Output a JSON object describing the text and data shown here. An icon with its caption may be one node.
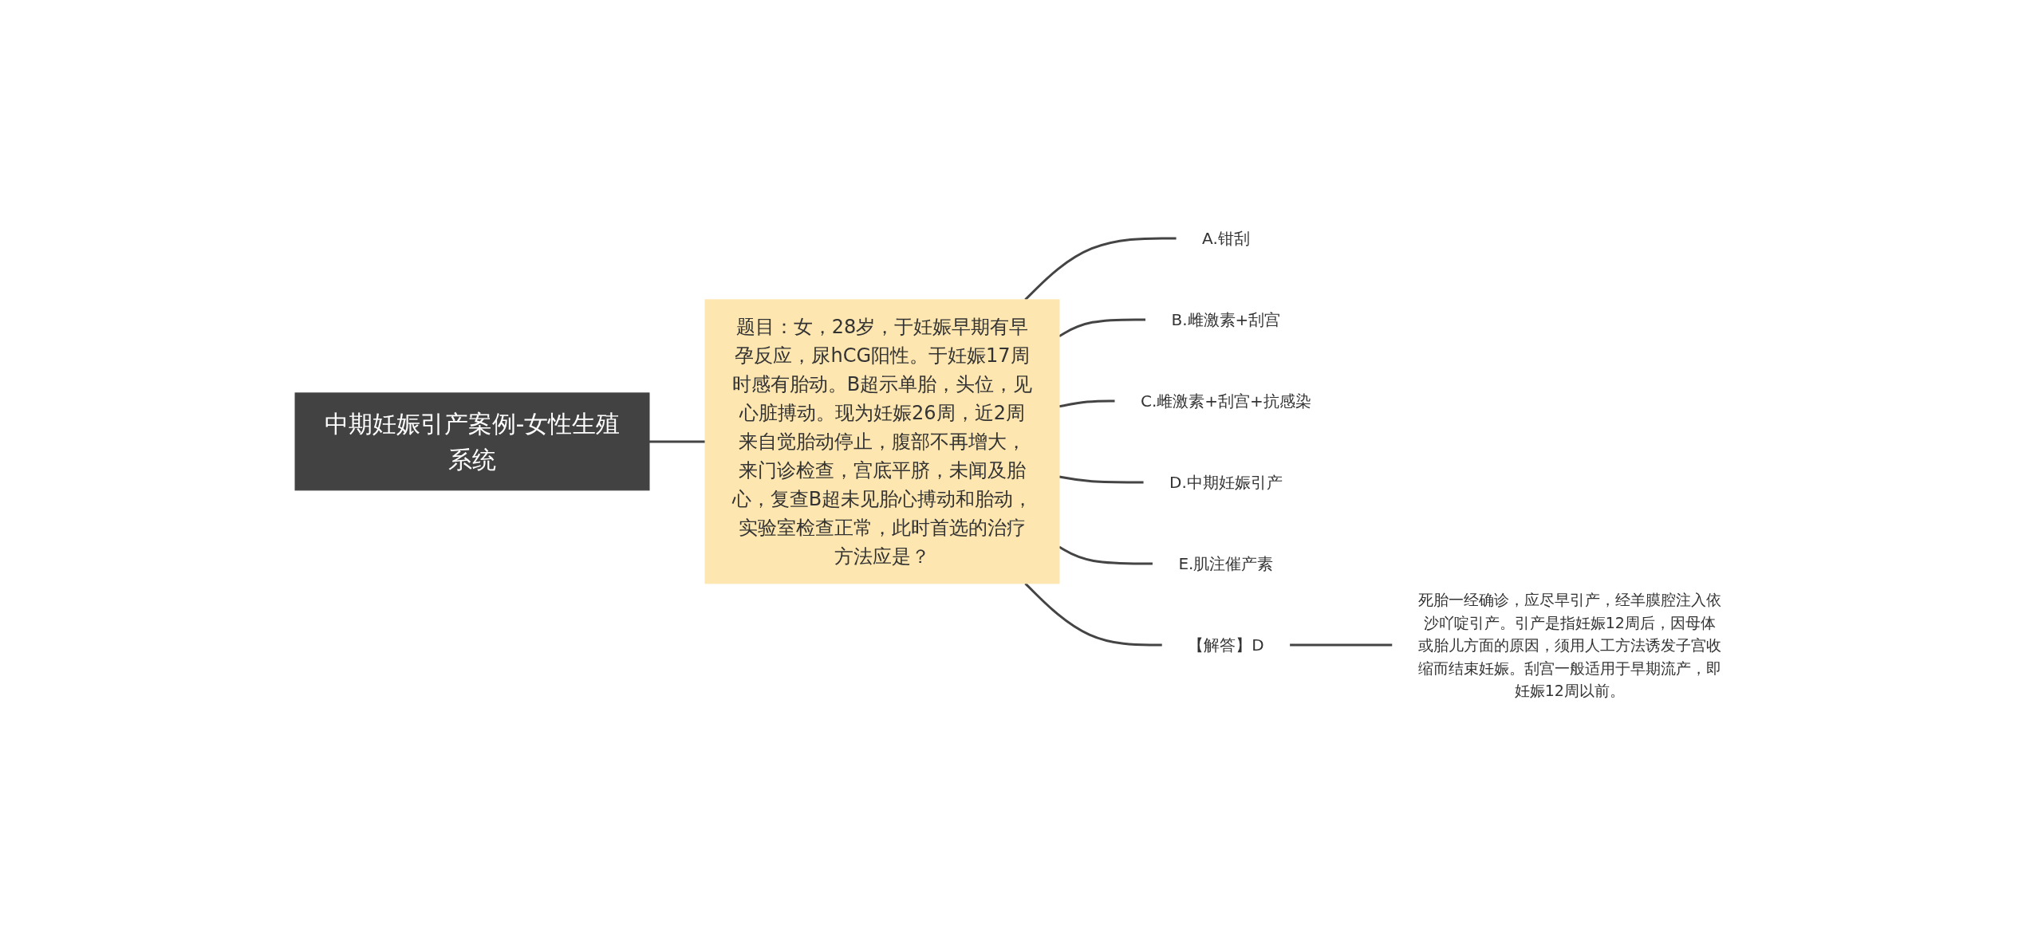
{
  "diagram": {
    "nodes": [
      {
        "text": [
          "中期妊娠引产案例-女性生殖系统"
        ]
      },
      {
        "text": [
          "题目：女，28岁，于妊娠早期有早孕反应，尿hCG阳性。于妊娠17周时感有胎动。B超示单胎，头位，见心脏搏动。现为妊娠26周，近2周来自觉胎动停止，腹部不再增大，来门诊检查，宫底平脐，未闻及胎心，复查B超未见胎心搏动和胎动，实验室检查正常，此时首选的治疗方法应是？"
        ]
      },
      {
        "text": [
          "A.钳刮"
        ]
      },
      {
        "text": [
          "B.雌激素+刮宫"
        ]
      },
      {
        "text": [
          "C.雌激素+刮宫+抗感染"
        ]
      },
      {
        "text": [
          "D.中期妊娠引产"
        ]
      },
      {
        "text": [
          "E.肌注催产素"
        ]
      },
      {
        "text": [
          "【解答】D"
        ]
      },
      {
        "text": [
          "死胎一经确诊，应尽早引产，经羊膜腔注入依沙吖啶引产。引产是指妊娠12周后，因母体或胎儿方面的原因，须用人工方法诱发子宫收缩而结束妊娠。刮宫一般适用于早期流产，即妊娠12周以前。"
        ]
      }
    ],
    "edges": [
      {
        "from": 0,
        "to": 1,
        "arrow": "none"
      },
      {
        "from": 1,
        "to": 2,
        "arrow": "none"
      },
      {
        "from": 1,
        "to": 3,
        "arrow": "none"
      },
      {
        "from": 1,
        "to": 4,
        "arrow": "none"
      },
      {
        "from": 1,
        "to": 5,
        "arrow": "none"
      },
      {
        "from": 1,
        "to": 6,
        "arrow": "none"
      },
      {
        "from": 1,
        "to": 7,
        "arrow": "none"
      },
      {
        "from": 7,
        "to": 8,
        "arrow": "none"
      }
    ]
  }
}
